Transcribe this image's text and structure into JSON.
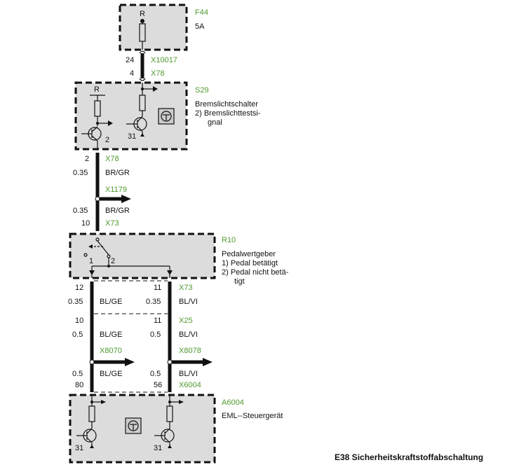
{
  "components": {
    "f44": {
      "id": "F44",
      "desc": "5A",
      "pin_label": "R"
    },
    "s29": {
      "id": "S29",
      "desc": "Bremslichtschalter",
      "note_line1": "2) Bremslichttestsi-",
      "note_line2": "gnal",
      "pin_r": "R",
      "pin_2": "2",
      "pin_31": "31"
    },
    "r10": {
      "id": "R10",
      "desc": "Pedalwertgeber",
      "note1": "1) Pedal betätigt",
      "note2_line1": "2) Pedal nicht betä-",
      "note2_line2": "tigt",
      "pin_1": "1",
      "pin_2": "2"
    },
    "a6004": {
      "id": "A6004",
      "desc": "EML--Steuergerät",
      "pin_31a": "31",
      "pin_31b": "31"
    }
  },
  "connectors": {
    "x10017": {
      "name": "X10017",
      "pin": "24"
    },
    "x78_top": {
      "name": "X78",
      "pin": "4"
    },
    "x78_bot": {
      "name": "X78",
      "pin": "2",
      "gauge": "0.35",
      "color": "BR/GR"
    },
    "x1179": {
      "name": "X1179"
    },
    "x73_top": {
      "name": "X73",
      "pin": "10",
      "gauge": "0.35",
      "color": "BR/GR"
    },
    "x73": {
      "name": "X73",
      "pin_left": "12",
      "pin_right": "11",
      "gauge_left": "0.35",
      "color_left": "BL/GE",
      "gauge_right": "0.35",
      "color_right": "BL/VI"
    },
    "x25": {
      "name": "X25",
      "pin_left": "10",
      "pin_right": "11",
      "gauge_left": "0.5",
      "color_left": "BL/GE",
      "gauge_right": "0.5",
      "color_right": "BL/VI"
    },
    "x8070": {
      "name": "X8070"
    },
    "x8078": {
      "name": "X8078"
    },
    "x6004": {
      "name": "X6004",
      "pin_left": "80",
      "pin_right": "56",
      "gauge_left": "0.5",
      "color_left": "BL/GE",
      "gauge_right": "0.5",
      "color_right": "BL/VI"
    }
  },
  "title": "E38 Sicherheitskraftstoffabschaltung"
}
